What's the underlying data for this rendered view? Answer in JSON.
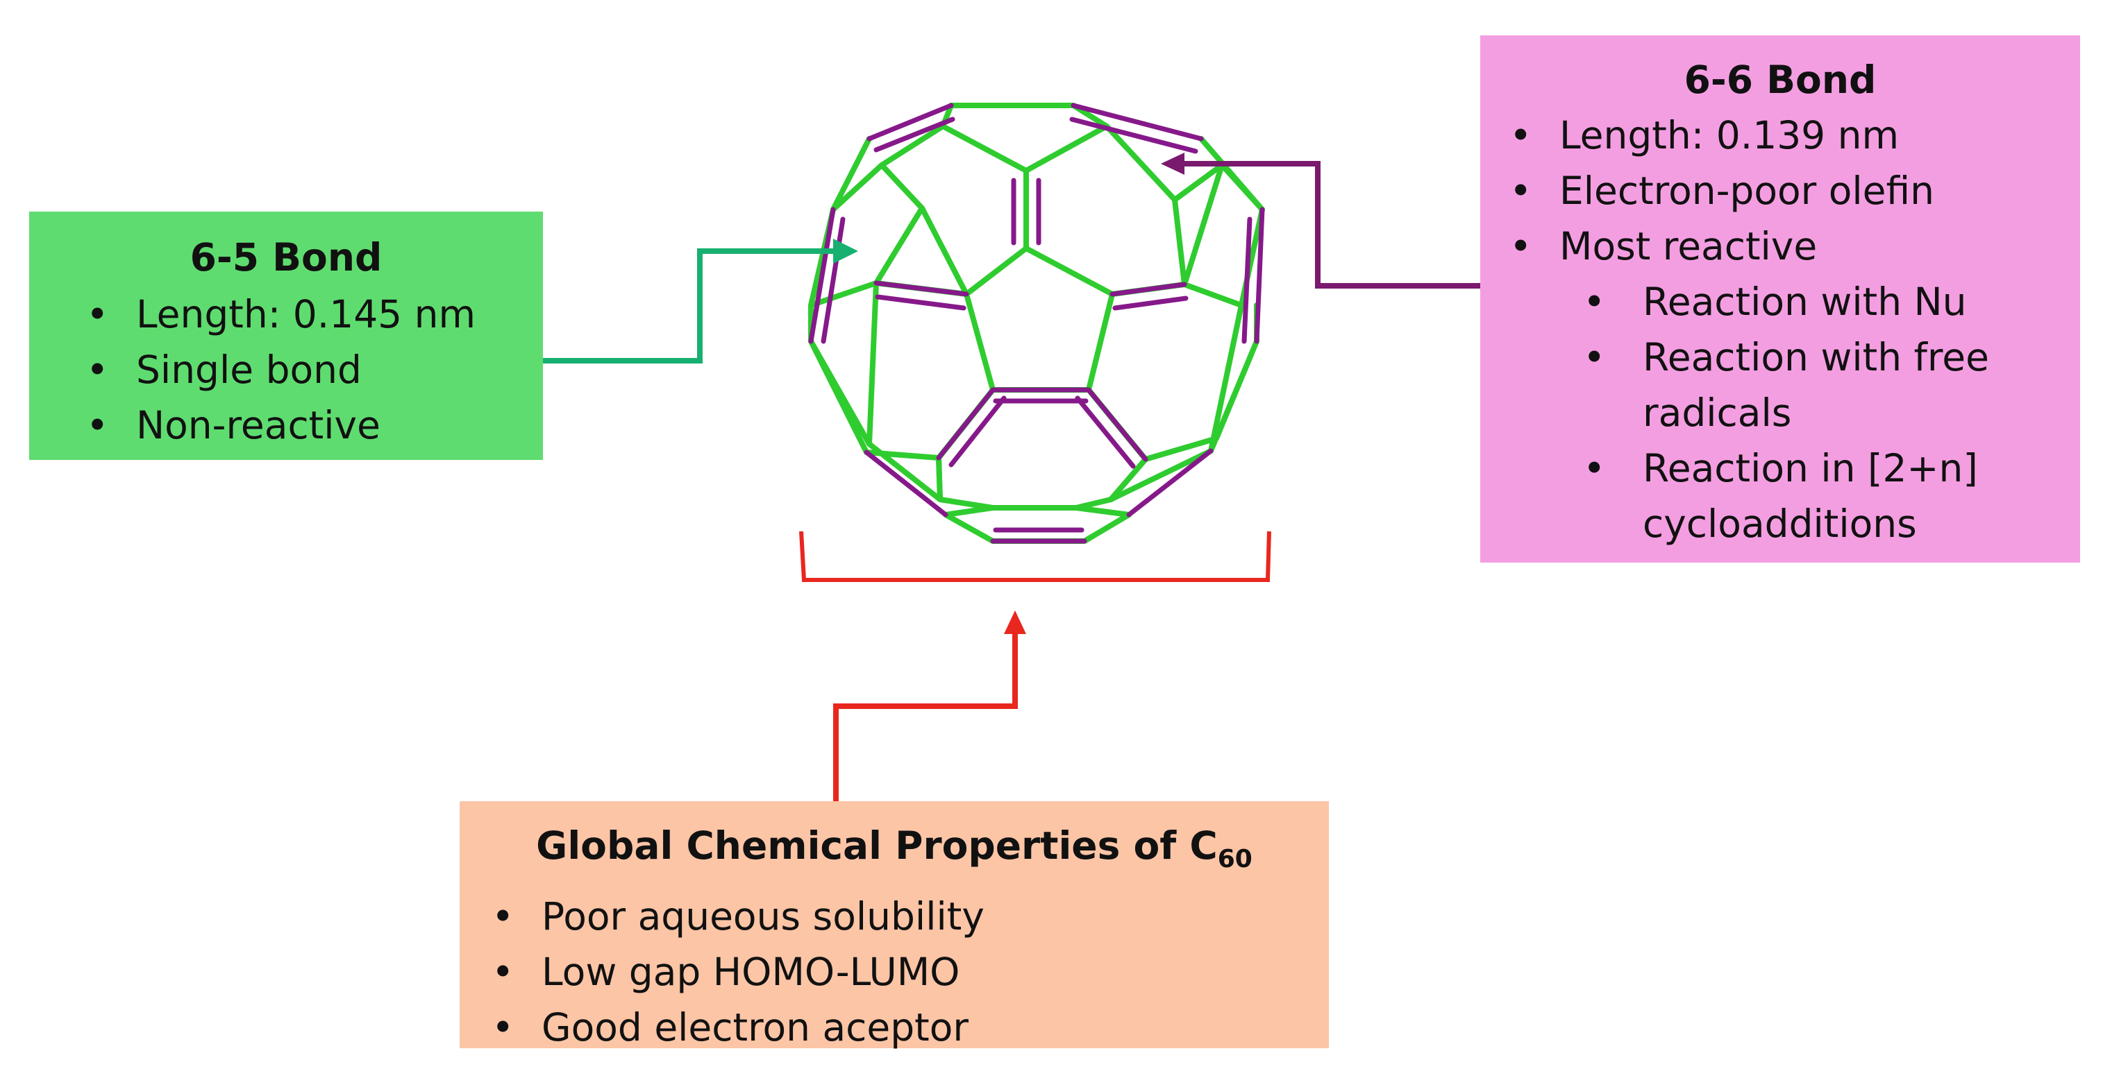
{
  "box_65": {
    "title": "6-5 Bond",
    "items": [
      "Length: 0.145 nm",
      "Single bond",
      "Non-reactive"
    ],
    "color": "#5fdc6f",
    "arrow_color": "#17b070"
  },
  "box_66": {
    "title": "6-6 Bond",
    "items": [
      "Length: 0.139 nm",
      "Electron-poor olefin",
      "Most reactive"
    ],
    "subitems": [
      "Reaction with Nu",
      "Reaction with free radicals",
      "Reaction in [2+n] cycloadditions"
    ],
    "color": "#f49ee2",
    "arrow_color": "#7a1a6e"
  },
  "box_global": {
    "title_main": "Global Chemical Properties of C",
    "title_sub": "60",
    "items": [
      "Poor aqueous solubility",
      "Low gap HOMO-LUMO",
      "Good electron aceptor"
    ],
    "color": "#fbc5a6",
    "arrow_color": "#e8271f"
  },
  "molecule": {
    "single_bond_color": "#2fcc2f",
    "double_bond_color": "#86198a"
  }
}
